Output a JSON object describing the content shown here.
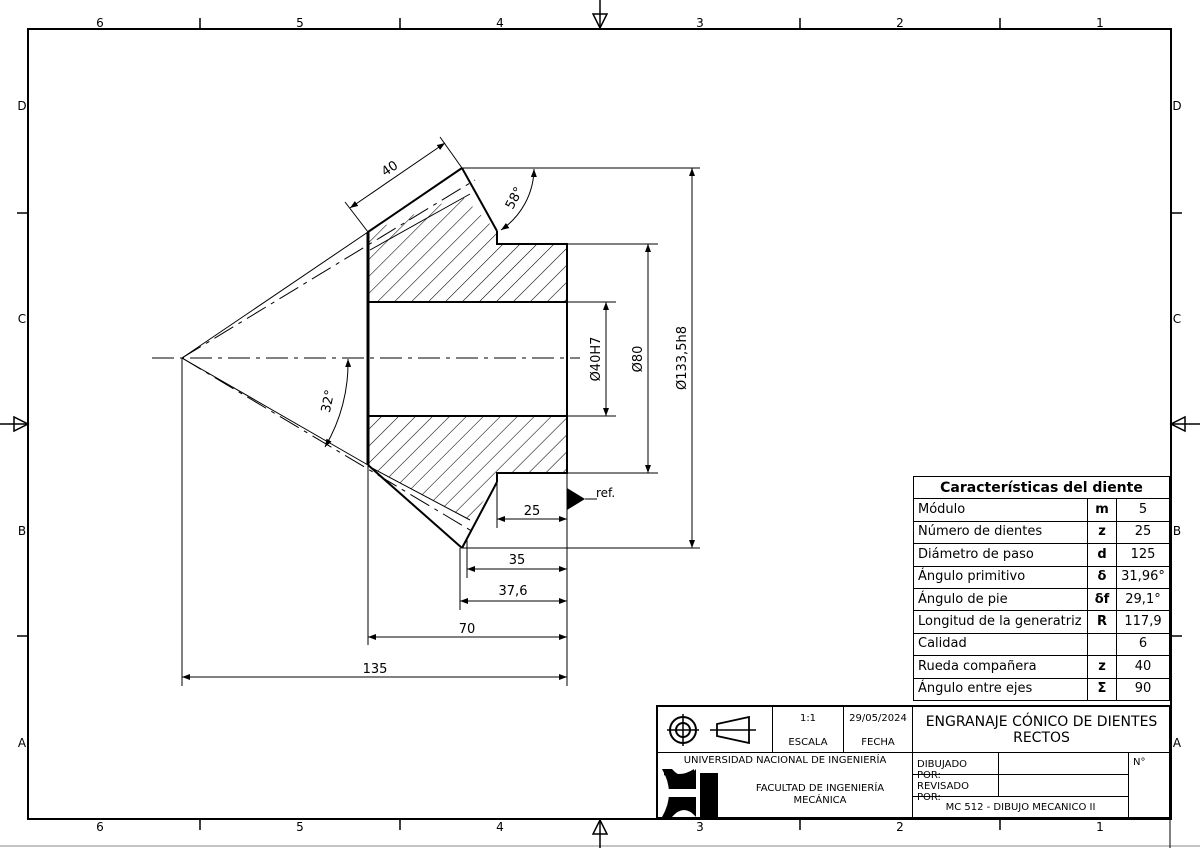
{
  "frame": {
    "zone_columns": [
      "6",
      "5",
      "4",
      "3",
      "2",
      "1"
    ],
    "zone_rows": [
      "D",
      "C",
      "B",
      "A"
    ]
  },
  "drawing": {
    "title": "ENGRANAJE CÓNICO DE DIENTES RECTOS",
    "dimensions": {
      "face_width": "40",
      "back_angle": "58°",
      "pitch_angle": "32°",
      "bore": "Ø40H7",
      "hub_diameter": "Ø80",
      "outside_diameter": "Ø133,5h8",
      "hub_length": "25",
      "length_35": "35",
      "length_37_6": "37,6",
      "length_70": "70",
      "apex_distance": "135"
    },
    "reference_label": "ref."
  },
  "characteristics": {
    "title": "Características del diente",
    "rows": [
      {
        "label": "Módulo",
        "symbol": "m",
        "value": "5"
      },
      {
        "label": "Número de dientes",
        "symbol": "z",
        "value": "25"
      },
      {
        "label": "Diámetro de paso",
        "symbol": "d",
        "value": "125"
      },
      {
        "label": "Ángulo primitivo",
        "symbol": "δ",
        "value": "31,96°"
      },
      {
        "label": "Ángulo de pie",
        "symbol": "δf",
        "value": "29,1°"
      },
      {
        "label": "Longitud de la generatriz",
        "symbol": "R",
        "value": "117,9"
      },
      {
        "label": "Calidad",
        "symbol": "",
        "value": "6"
      },
      {
        "label": "Rueda compañera",
        "symbol": "z",
        "value": "40"
      },
      {
        "label": "Ángulo entre ejes",
        "symbol": "Σ",
        "value": "90"
      }
    ]
  },
  "title_block": {
    "scale_value": "1:1",
    "scale_label": "ESCALA",
    "date_value": "29/05/2024",
    "date_label": "FECHA",
    "title_line1": "ENGRANAJE CÓNICO DE DIENTES",
    "title_line2": "RECTOS",
    "university": "UNIVERSIDAD NACIONAL DE INGENIERÍA",
    "faculty_line1": "FACULTAD DE INGENIERÍA",
    "faculty_line2": "MECÁNICA",
    "drawn_by_label": "DIBUJADO POR:",
    "drawn_by_value": "",
    "reviewed_by_label": "REVISADO POR:",
    "reviewed_by_value": "",
    "course": "MC 512 - DIBUJO MECANICO II",
    "number_label": "N°"
  }
}
